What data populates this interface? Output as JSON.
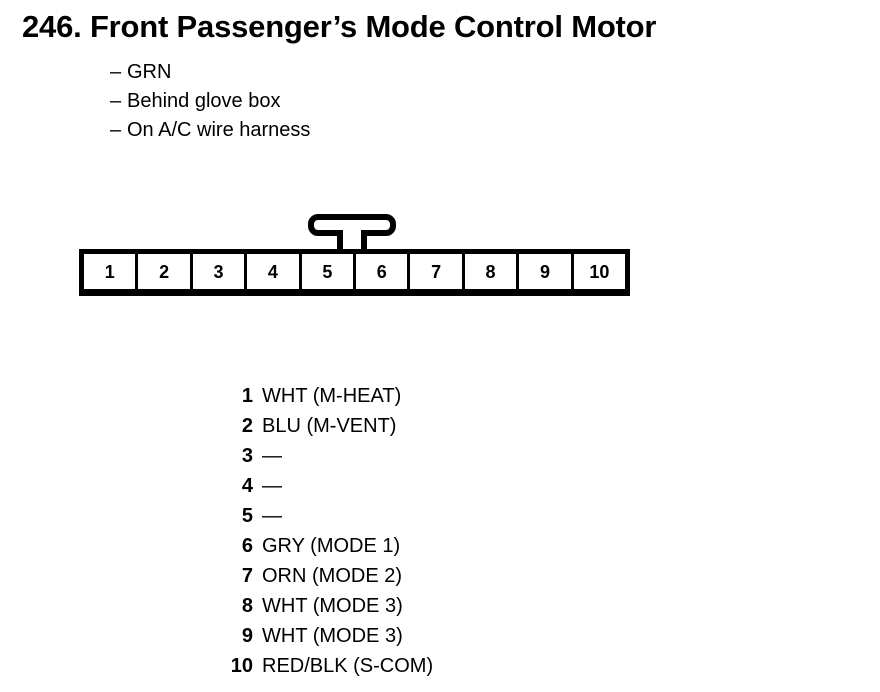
{
  "page": {
    "title": "246. Front Passenger’s Mode Control Motor"
  },
  "notes": {
    "dash": "–",
    "items": [
      {
        "text": "GRN"
      },
      {
        "text": "Behind glove box"
      },
      {
        "text": "On A/C wire harness"
      }
    ]
  },
  "connector": {
    "latch_label": "latch-tab",
    "pins": [
      {
        "number": "1"
      },
      {
        "number": "2"
      },
      {
        "number": "3"
      },
      {
        "number": "4"
      },
      {
        "number": "5"
      },
      {
        "number": "6"
      },
      {
        "number": "7"
      },
      {
        "number": "8"
      },
      {
        "number": "9"
      },
      {
        "number": "10"
      }
    ]
  },
  "legend": {
    "rows": [
      {
        "number": "1",
        "desc": "WHT (M-HEAT)"
      },
      {
        "number": "2",
        "desc": "BLU (M-VENT)"
      },
      {
        "number": "3",
        "desc": "—"
      },
      {
        "number": "4",
        "desc": "—"
      },
      {
        "number": "5",
        "desc": "—"
      },
      {
        "number": "6",
        "desc": "GRY (MODE 1)"
      },
      {
        "number": "7",
        "desc": "ORN (MODE 2)"
      },
      {
        "number": "8",
        "desc": "WHT (MODE 3)"
      },
      {
        "number": "9",
        "desc": "WHT (MODE 3)"
      },
      {
        "number": "10",
        "desc": "RED/BLK (S-COM)"
      }
    ]
  },
  "colors": {
    "ink": "#000000",
    "paper": "#ffffff"
  }
}
